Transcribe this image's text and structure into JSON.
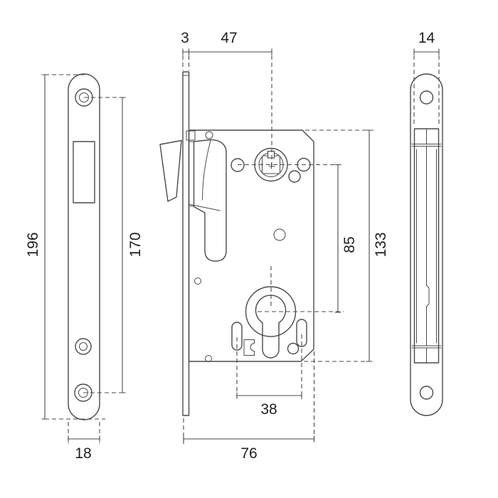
{
  "drawing": {
    "type": "technical-drawing",
    "subject": "mortise-lock-with-faceplates",
    "line_color": "#4a4a4a",
    "text_color": "#1f1f1f",
    "background": "#ffffff",
    "dims": {
      "plate_thickness": "3",
      "backset": "47",
      "case_depth": "14",
      "faceplate_height": "196",
      "screw_hole_spacing": "170",
      "faceplate_width": "18",
      "follower_to_cylinder": "85",
      "case_height": "133",
      "slot_spacing": "38",
      "case_width": "76"
    }
  }
}
